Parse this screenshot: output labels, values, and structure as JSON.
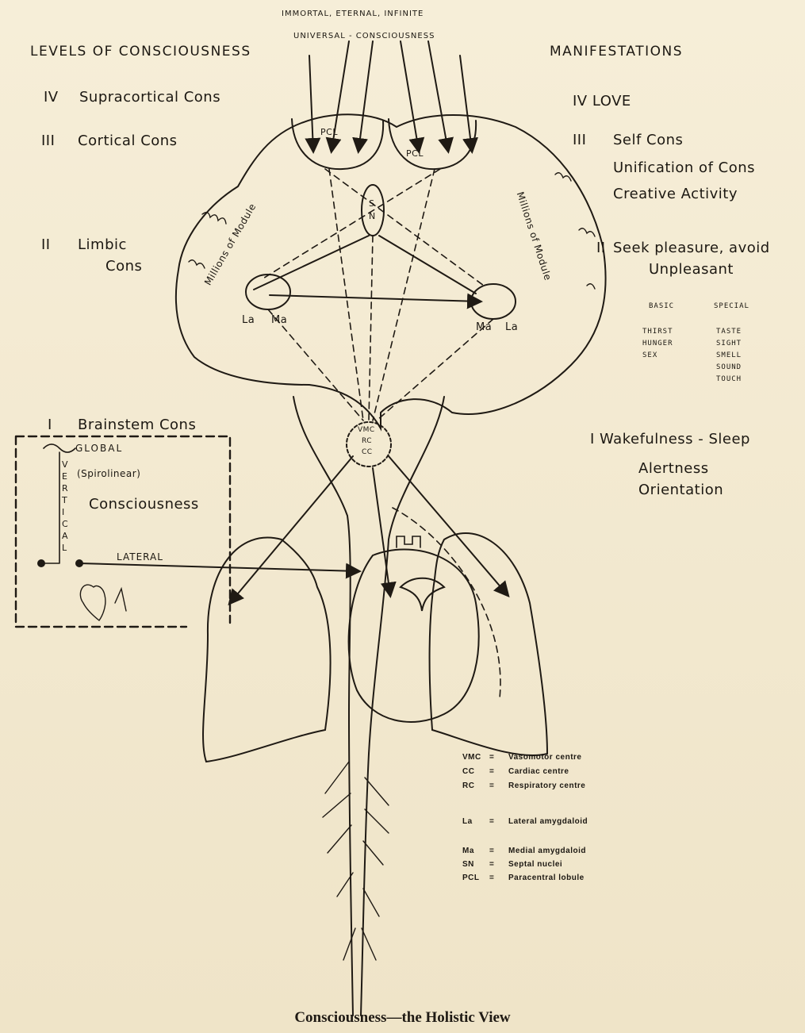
{
  "top_label": {
    "line1": "IMMORTAL, ETERNAL, INFINITE",
    "line2": "UNIVERSAL - CONSCIOUSNESS"
  },
  "headers": {
    "levels": "LEVELS OF CONSCIOUSNESS",
    "manifestations": "MANIFESTATIONS"
  },
  "levels": [
    {
      "num": "IV",
      "text": "Supracortical Cons"
    },
    {
      "num": "III",
      "text": "Cortical Cons"
    },
    {
      "num": "II",
      "text": "Limbic",
      "text2": "Cons"
    },
    {
      "num": "I",
      "text": "Brainstem Cons"
    }
  ],
  "manifestations": {
    "iv": "IV  LOVE",
    "iii_num": "III",
    "iii": [
      "Self Cons",
      "Unification of Cons",
      "Creative Activity"
    ],
    "ii_num": "II",
    "ii": [
      "Seek pleasure, avoid",
      "Unpleasant"
    ],
    "senses": {
      "basic_header": "BASIC",
      "special_header": "SPECIAL",
      "basic": [
        "THIRST",
        "HUNGER",
        "SEX"
      ],
      "special": [
        "TASTE",
        "SIGHT",
        "SMELL",
        "SOUND",
        "TOUCH"
      ]
    },
    "i": [
      "I  Wakefulness - Sleep",
      "Alertness",
      "Orientation"
    ]
  },
  "brain_labels": {
    "pcl_left": "PCL",
    "pcl_right": "PCL",
    "sn": [
      "S",
      "N"
    ],
    "modules_left": "Millions of Module",
    "modules_right": "Millions of Module",
    "la_left": "La",
    "ma_left": "Ma",
    "ma_right": "Ma",
    "la_right": "La",
    "vmc": [
      "VMC",
      "RC",
      "CC"
    ]
  },
  "box": {
    "global": "GLOBAL",
    "spirolinear": "(Spirolinear)",
    "consciousness": "Consciousness",
    "vertical": "VERTICAL",
    "lateral": "LATERAL"
  },
  "legend": [
    {
      "abbr": "VMC",
      "sep": "=",
      "def": "Vasomotor centre"
    },
    {
      "abbr": "CC",
      "sep": "=",
      "def": "Cardiac centre"
    },
    {
      "abbr": "RC",
      "sep": "=",
      "def": "Respiratory centre"
    },
    {
      "abbr": "La",
      "sep": "=",
      "def": "Lateral amygdaloid"
    },
    {
      "abbr": "Ma",
      "sep": "=",
      "def": "Medial amygdaloid"
    },
    {
      "abbr": "SN",
      "sep": "=",
      "def": "Septal nuclei"
    },
    {
      "abbr": "PCL",
      "sep": "=",
      "def": "Paracentral lobule"
    }
  ],
  "caption": "Consciousness—the Holistic View"
}
